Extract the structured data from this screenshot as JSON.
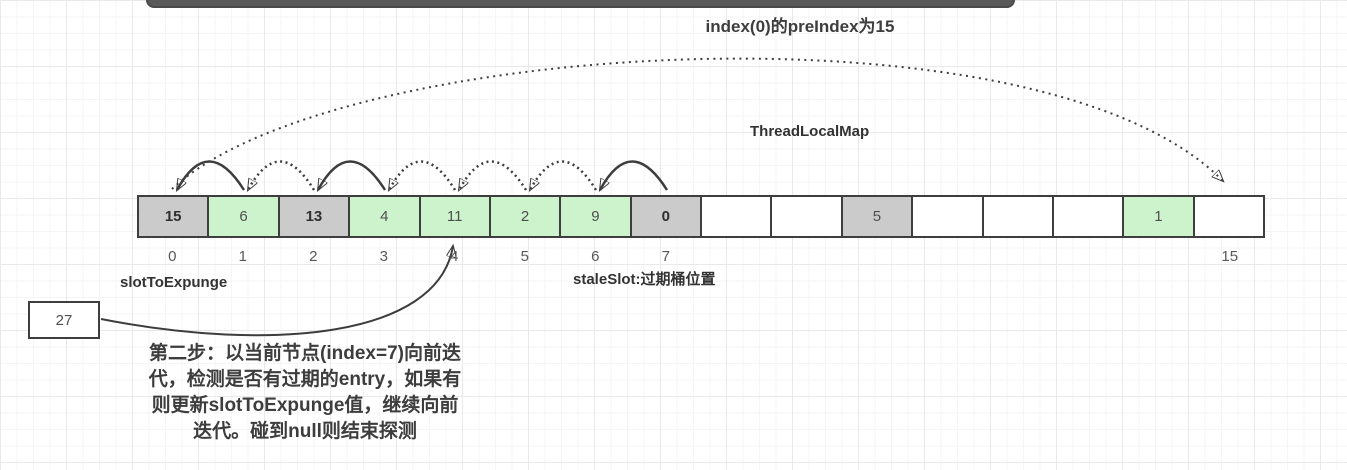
{
  "canvas": {
    "title": "index(0)的preIndex为15",
    "map_label": "ThreadLocalMap"
  },
  "array": {
    "cells": [
      {
        "value": "15",
        "fill": "gray",
        "bold": true,
        "index_label": "0"
      },
      {
        "value": "6",
        "fill": "green",
        "bold": false,
        "index_label": "1"
      },
      {
        "value": "13",
        "fill": "gray",
        "bold": true,
        "index_label": "2"
      },
      {
        "value": "4",
        "fill": "green",
        "bold": false,
        "index_label": "3"
      },
      {
        "value": "11",
        "fill": "green",
        "bold": false,
        "index_label": "4"
      },
      {
        "value": "2",
        "fill": "green",
        "bold": false,
        "index_label": "5"
      },
      {
        "value": "9",
        "fill": "green",
        "bold": false,
        "index_label": "6"
      },
      {
        "value": "0",
        "fill": "gray",
        "bold": true,
        "index_label": "7"
      },
      {
        "value": "",
        "fill": "white",
        "bold": false,
        "index_label": ""
      },
      {
        "value": "",
        "fill": "white",
        "bold": false,
        "index_label": ""
      },
      {
        "value": "5",
        "fill": "gray",
        "bold": false,
        "index_label": ""
      },
      {
        "value": "",
        "fill": "white",
        "bold": false,
        "index_label": ""
      },
      {
        "value": "",
        "fill": "white",
        "bold": false,
        "index_label": ""
      },
      {
        "value": "",
        "fill": "white",
        "bold": false,
        "index_label": ""
      },
      {
        "value": "1",
        "fill": "green",
        "bold": false,
        "index_label": ""
      },
      {
        "value": "",
        "fill": "white",
        "bold": false,
        "index_label": "15"
      }
    ]
  },
  "labels": {
    "slot_to_expunge": "slotToExpunge",
    "stale_slot": "staleSlot:过期桶位置"
  },
  "note_box": {
    "value": "27"
  },
  "description": {
    "lines": [
      "第二步：以当前节点(index=7)向前迭",
      "代，检测是否有过期的entry，如果有",
      "则更新slotToExpunge值，继续向前",
      "迭代。碰到null则结束探测"
    ]
  },
  "colors": {
    "cell_gray": "#cbcbcb",
    "cell_green": "#ccf3cc",
    "cell_white": "#ffffff",
    "stroke": "#3d3d3d",
    "bar_fill": "#595959"
  }
}
